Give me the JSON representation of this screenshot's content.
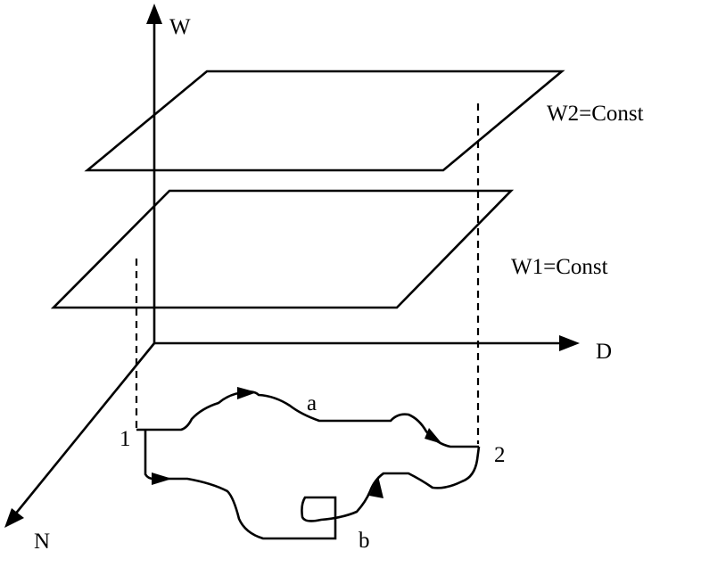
{
  "diagram": {
    "axes": {
      "w_label": "W",
      "d_label": "D",
      "n_label": "N"
    },
    "planes": {
      "upper_label": "W2=Const",
      "lower_label": "W1=Const"
    },
    "points": {
      "start_label": "1",
      "end_label": "2"
    },
    "paths": {
      "upper_label": "a",
      "lower_label": "b"
    },
    "colors": {
      "stroke": "#000000",
      "background": "#ffffff"
    }
  }
}
